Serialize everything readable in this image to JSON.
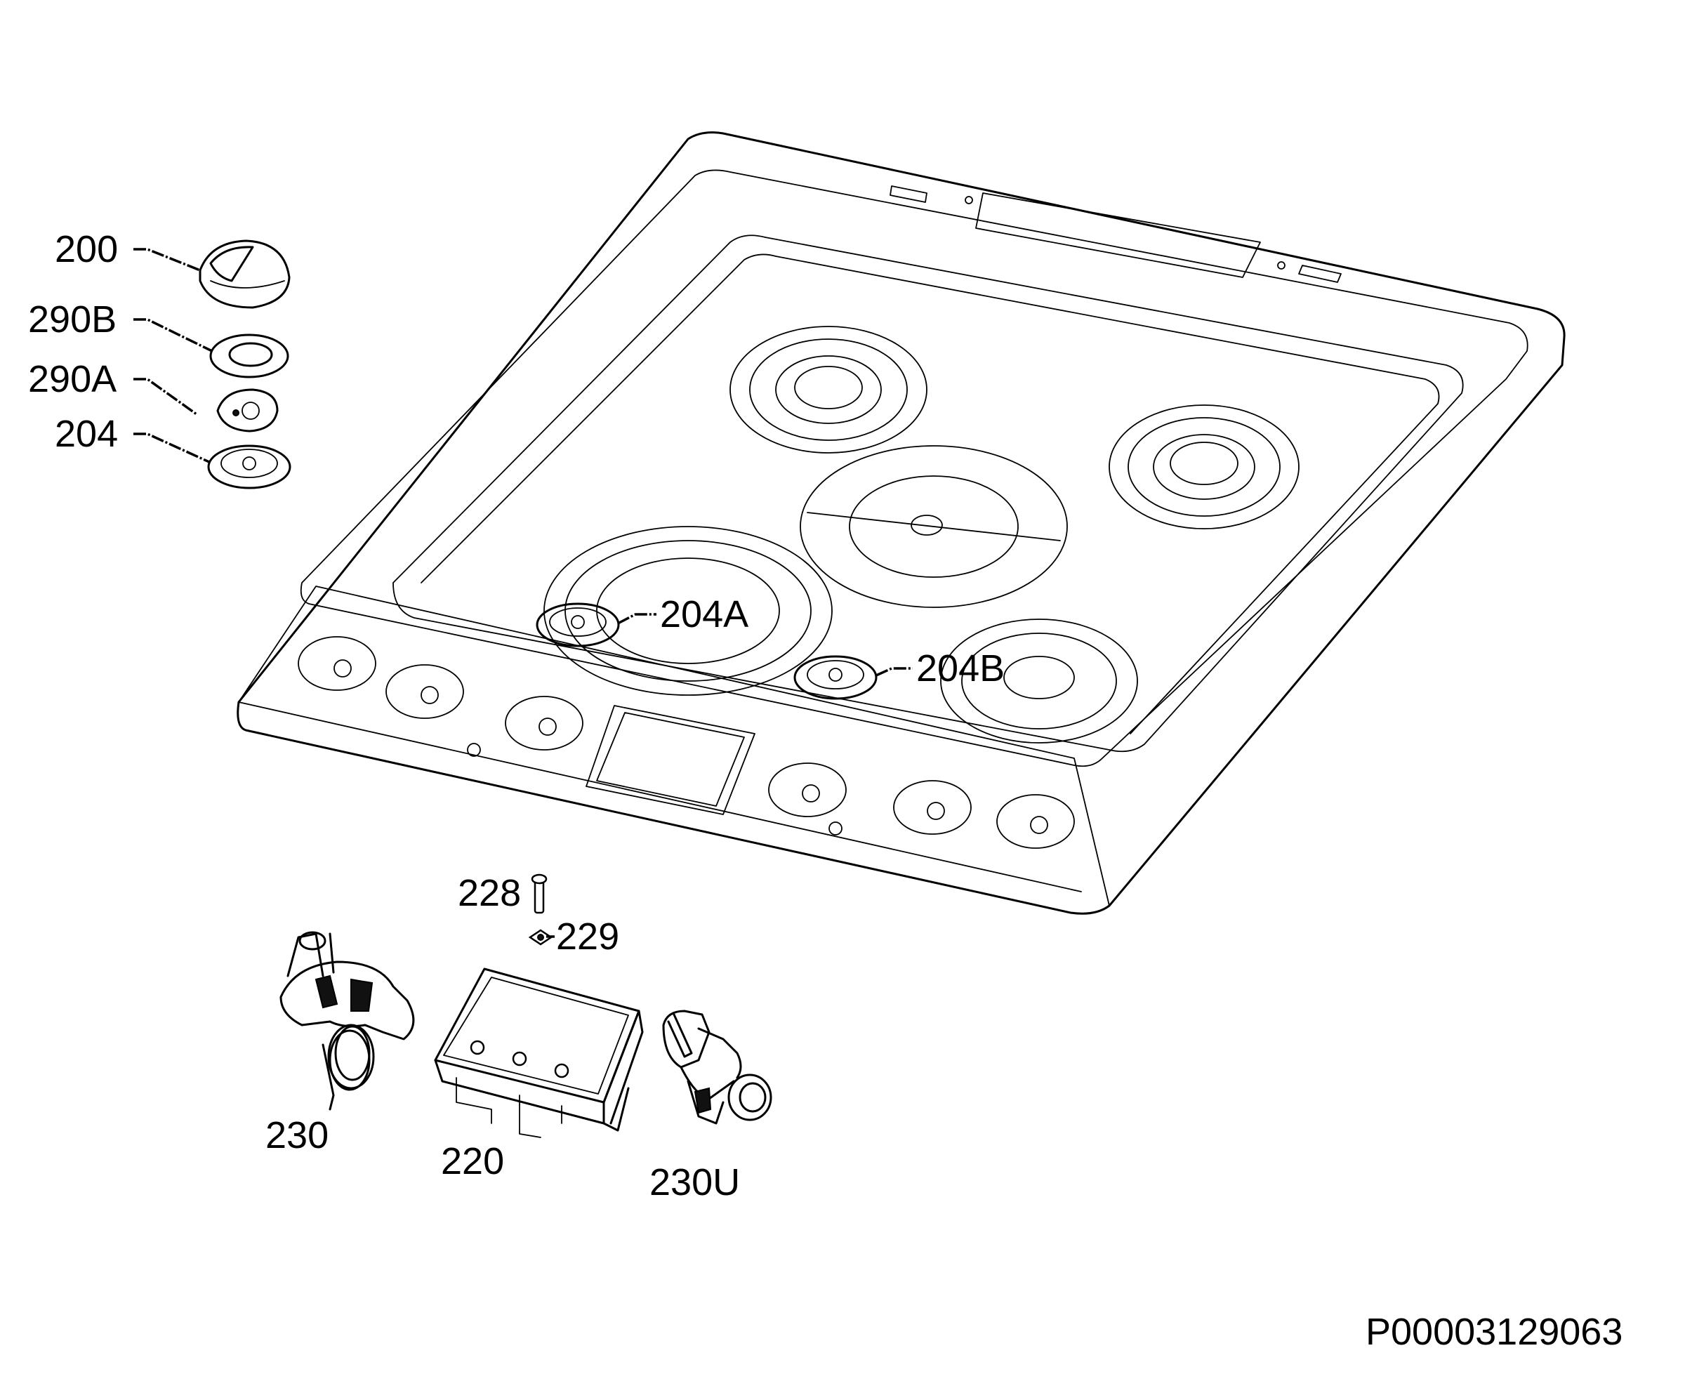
{
  "labels": {
    "p200": "200",
    "p290B": "290B",
    "p290A": "290A",
    "p204": "204",
    "p204A": "204A",
    "p204B": "204B",
    "p228": "228",
    "p229": "229",
    "p230": "230",
    "p220": "220",
    "p230U": "230U"
  },
  "document_id": "P00003129063"
}
